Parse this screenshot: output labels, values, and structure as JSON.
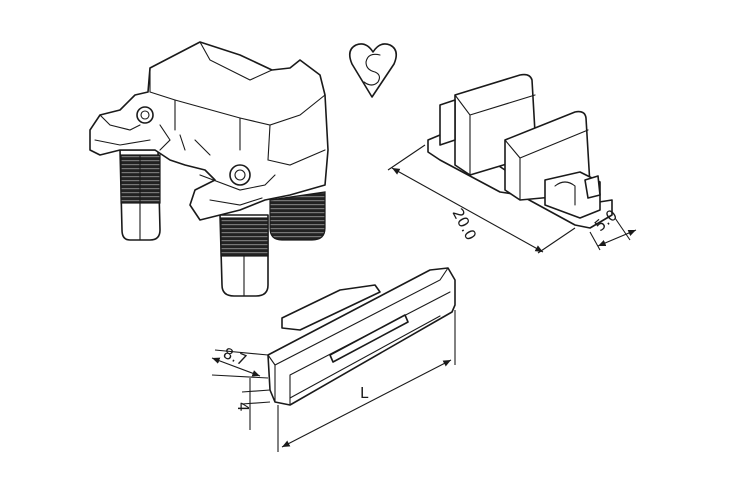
{
  "dimensions": {
    "length_20": "20.0",
    "width_5": "5.0",
    "height_8_7": "8.7",
    "depth_4": "4",
    "length_l": "L"
  },
  "icons": {
    "kitemark": "bsi-kitemark-icon"
  },
  "colors": {
    "line": "#1a1a1a",
    "background": "#ffffff"
  }
}
